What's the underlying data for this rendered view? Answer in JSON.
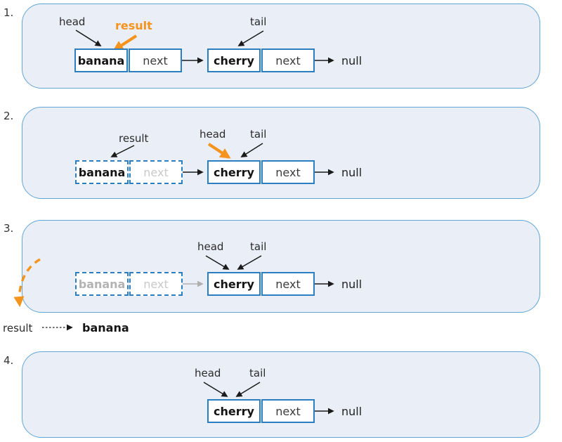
{
  "colors": {
    "panel_bg": "#e9eef7",
    "panel_border": "#63a6d4",
    "node_border": "#2b7fc0",
    "orange_accent": "#f5941d",
    "faded_gray": "#c9c9c9"
  },
  "panels": [
    {
      "number": "1.",
      "labels": {
        "head": "head",
        "result": "result",
        "tail": "tail",
        "null_text": "null"
      },
      "nodes": {
        "first": {
          "value": "banana",
          "next": "next"
        },
        "second": {
          "value": "cherry",
          "next": "next"
        }
      }
    },
    {
      "number": "2.",
      "labels": {
        "result": "result",
        "head": "head",
        "tail": "tail",
        "null_text": "null"
      },
      "nodes": {
        "first": {
          "value": "banana",
          "next": "next"
        },
        "second": {
          "value": "cherry",
          "next": "next"
        }
      }
    },
    {
      "number": "3.",
      "labels": {
        "head": "head",
        "tail": "tail",
        "null_text": "null"
      },
      "nodes": {
        "first": {
          "value": "banana",
          "next": "next"
        },
        "second": {
          "value": "cherry",
          "next": "next"
        }
      }
    },
    {
      "number": "4.",
      "labels": {
        "head": "head",
        "tail": "tail",
        "null_text": "null"
      },
      "nodes": {
        "second": {
          "value": "cherry",
          "next": "next"
        }
      }
    }
  ],
  "result_line": {
    "label": "result",
    "value": "banana"
  }
}
